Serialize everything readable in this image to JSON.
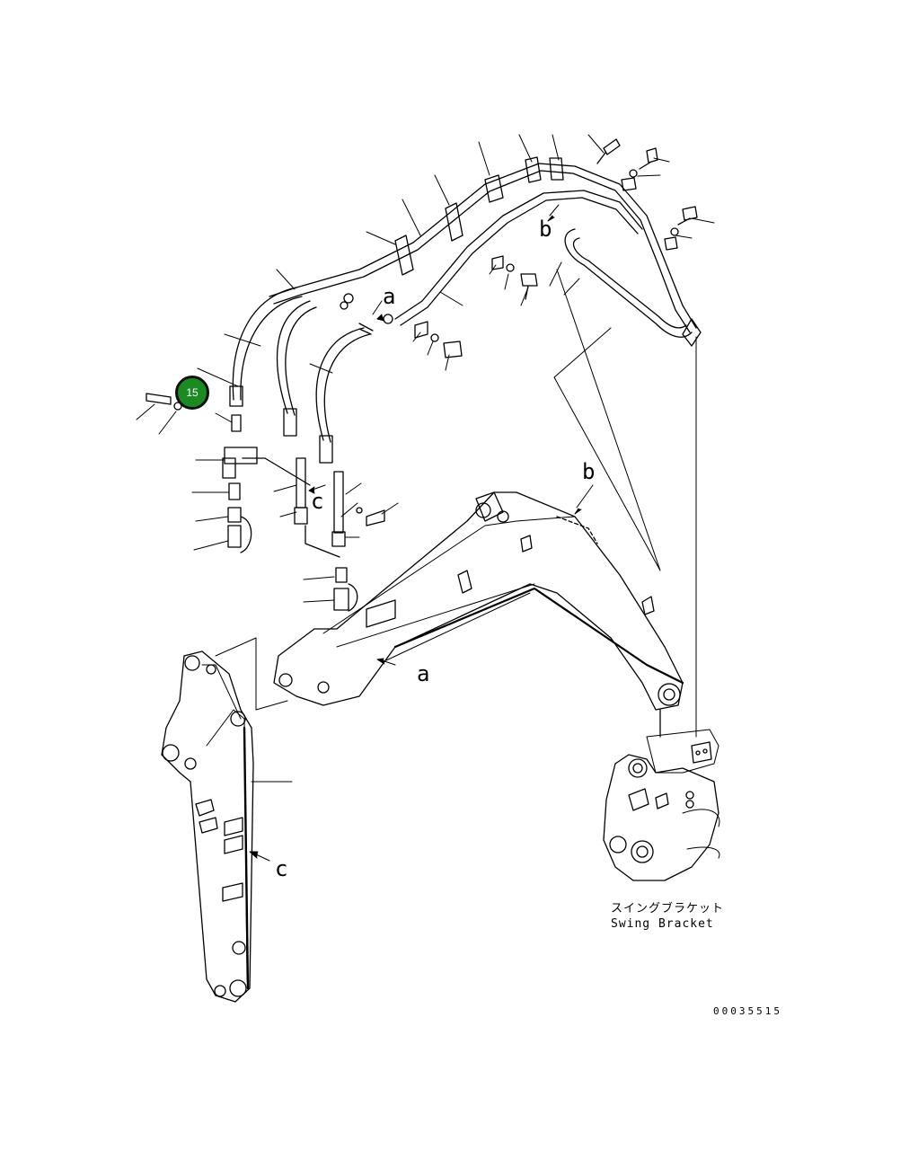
{
  "diagram": {
    "ref_labels": {
      "a_upper": "a",
      "a_lower": "a",
      "b_upper": "b",
      "b_lower": "b",
      "c_upper": "c",
      "c_lower": "c"
    },
    "caption_jp": "スイングブラケット",
    "caption_en": "Swing Bracket",
    "document_number": "00035515"
  },
  "hotspot": {
    "label": "15",
    "color": "#1c8a22"
  }
}
